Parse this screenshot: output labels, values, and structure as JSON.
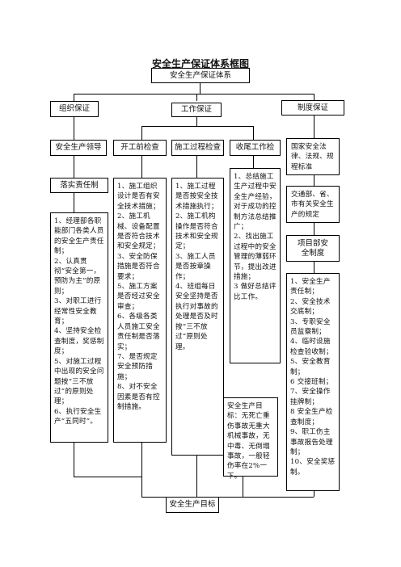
{
  "title": "安全生产保证体系框图",
  "root": "安全生产保证体系",
  "branches": [
    "组织保证",
    "工作保证",
    "制度保证"
  ],
  "columns": {
    "org": {
      "head": "安全生产领导",
      "sub": "落实责任制",
      "detail": "1、经理部各职能部门各类人员的安全生产责任制；\n2、认真贯彻“安全第一，预防为主”的原则；\n3、对职工进行经常性安全教育；\n4、坚持安全检查制度，奖惩制度；\n5、对施工过程中出现的安全问题按“三不放过”的原则处理；\n6、执行安全生产“五同时”。"
    },
    "pre": {
      "head": "开工前检查",
      "detail": "1、施工组织设计是否有安全技术措施；\n2、施工机械、设备配置是否符合技术和安全规定；\n3、安全防保措施是否符合要求；\n5、施工方案是否经过安全审查；\n6、各级各类人员施工安全责任制是否落实；\n7、是否规定安全预防措施；\n8、对不安全因素是否有控制措施。"
    },
    "proc": {
      "head": "施工过程检查",
      "detail": "1、施工过程是否按安全技术措施执行；\n2、施工机构操作是否符合技术和安全规定；\n3、施工人员是否按章操作；\n4、班组每日安全坚持是否执行对事故的处理是否及时按“三不放过”原则处理。"
    },
    "final": {
      "head": "收尾工作检",
      "detail": "1、总结施工生产过程中安全生产经验，对于成功的控制方法总结推广；\n2、找出施工过程中的安全管理的薄弱环节，提出改进措施；\n3 做好总结评比工作。",
      "target": "安全生产目标：无死亡重伤事故无重大机械事故，无中毒、无倒塌事故，一般轻伤率在2%一下。"
    },
    "sys": {
      "head": "国家安全法律、法规、规程标准",
      "sub1": "交通部、省、市有关安全生产的规定",
      "sub2": "项目部安全制度",
      "detail": "1、安全生产责任制；\n2、安全技术交底制；\n3、专职安全员监察制；\n4、临时设施检查验收制；\n5、安全教育制；\n6 交接班制；\n7、安全操作挂牌制；\n8 安全生产检查制度；\n9、职工伤主事故报告处理制；\n10、安全奖惩制。"
    }
  },
  "goal": "安全生产目标"
}
